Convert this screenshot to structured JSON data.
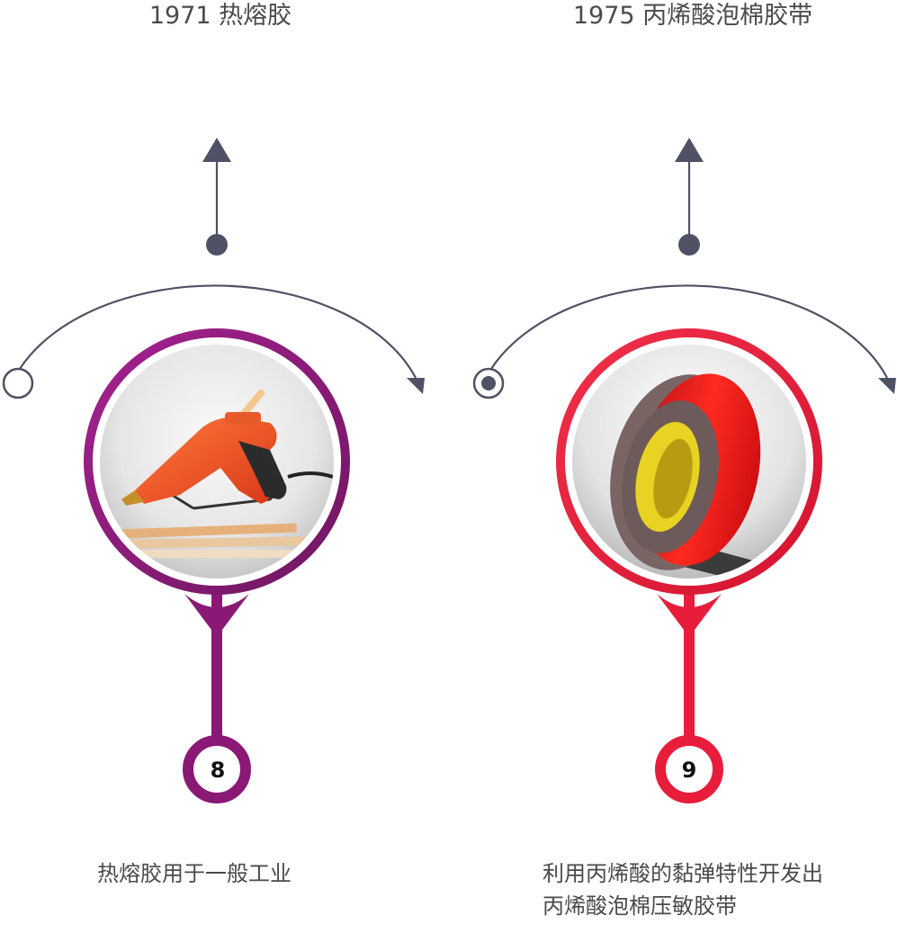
{
  "milestones": [
    {
      "year_title": "1971 热熔胶",
      "number": "8",
      "description": "热熔胶用于一般工业",
      "image": "hot-glue-gun",
      "ring_color": "#8a1875",
      "ring_color_light": "#a22391",
      "start_marker": "hollow"
    },
    {
      "year_title": "1975 丙烯酸泡棉胶带",
      "number": "9",
      "description": "利用丙烯酸的黏弹特性开发出丙烯酸泡棉压敏胶带",
      "image": "acrylic-foam-tape-roll",
      "ring_color": "#e81c3b",
      "ring_color_light": "#f0334e",
      "start_marker": "filled"
    }
  ],
  "colors": {
    "timeline_gray": "#4f5165",
    "text_gray": "#4a4a4f"
  }
}
